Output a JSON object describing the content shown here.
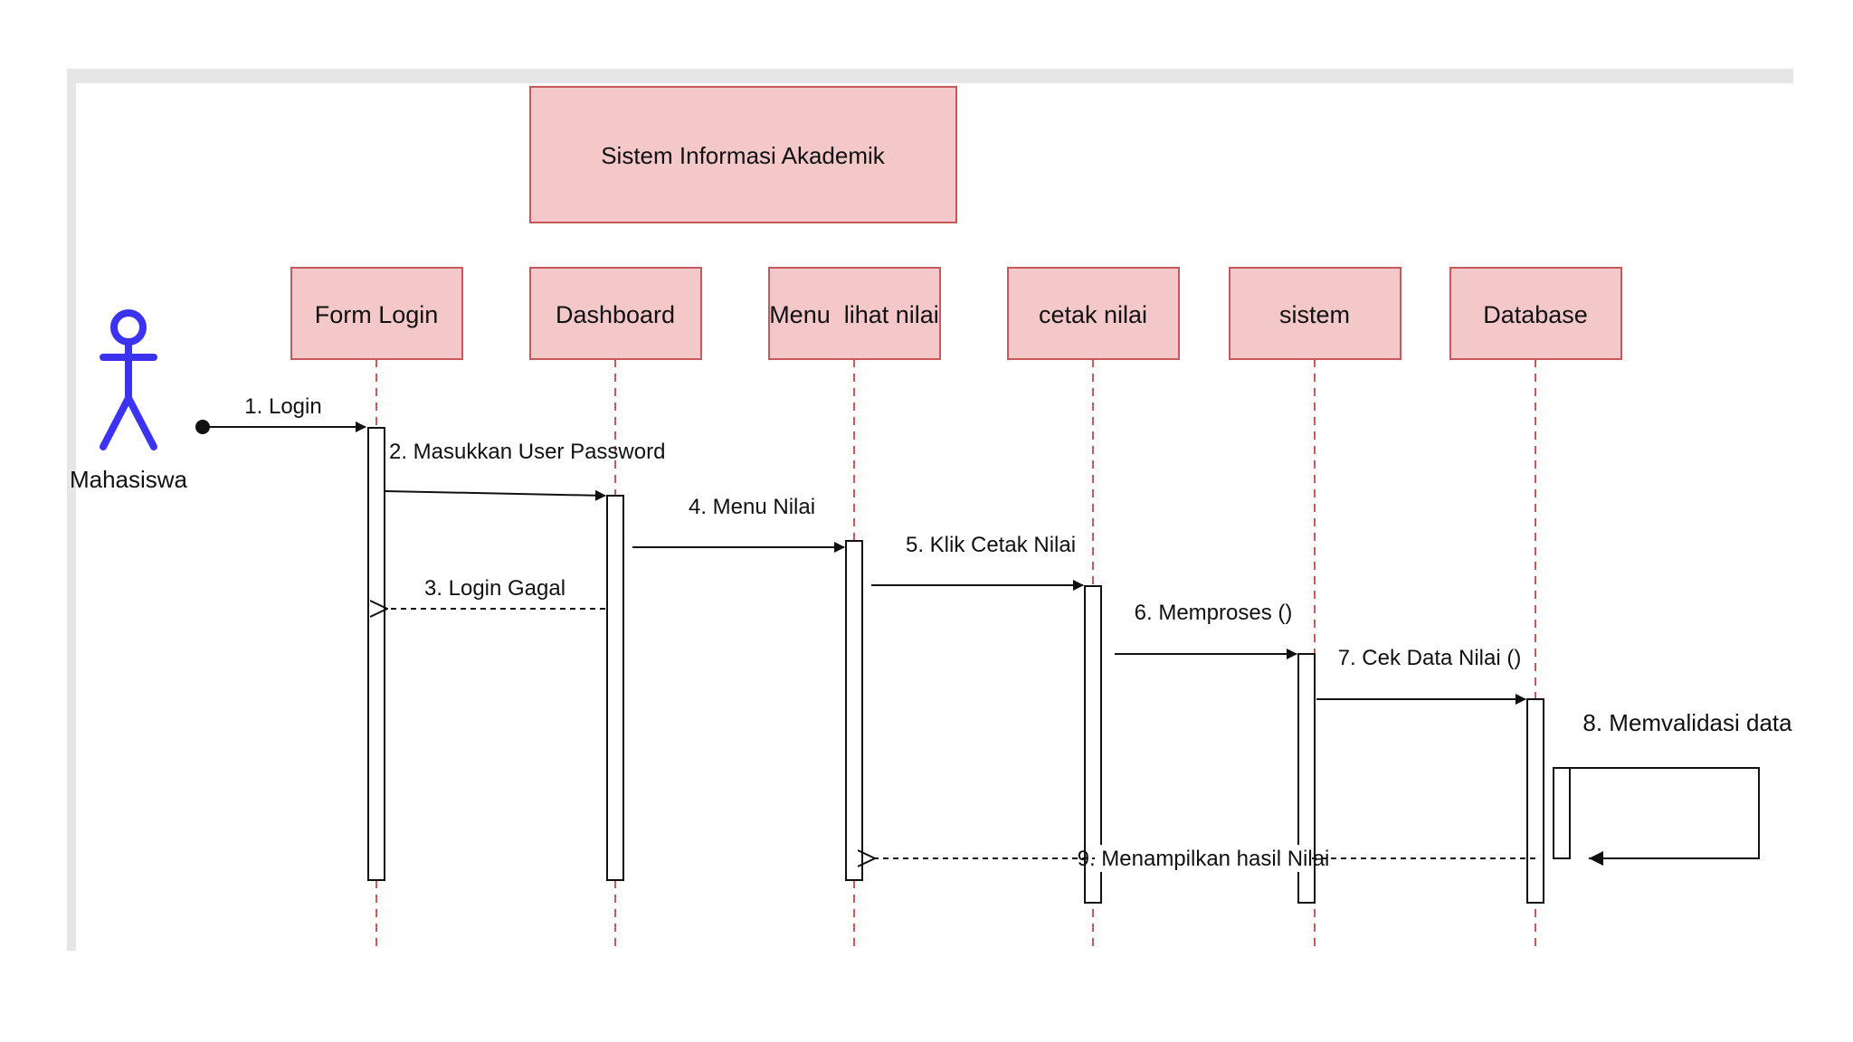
{
  "system": {
    "title": "Sistem Informasi Akademik"
  },
  "actor": {
    "label": "Mahasiswa",
    "icon": "stick-figure-icon",
    "color": "#3b33f0"
  },
  "lifelines": [
    {
      "label": "Form Login"
    },
    {
      "label": "Dashboard"
    },
    {
      "label": "Menu  lihat nilai"
    },
    {
      "label": "cetak nilai"
    },
    {
      "label": "sistem"
    },
    {
      "label": "Database"
    }
  ],
  "messages": [
    {
      "label": "1. Login",
      "from": "actor",
      "to": "Form Login",
      "kind": "sync"
    },
    {
      "label": "2. Masukkan User Password",
      "from": "Form Login",
      "to": "Dashboard",
      "kind": "sync"
    },
    {
      "label": "3. Login Gagal",
      "from": "Dashboard",
      "to": "Form Login",
      "kind": "return"
    },
    {
      "label": "4. Menu Nilai",
      "from": "Dashboard",
      "to": "Menu  lihat nilai",
      "kind": "sync"
    },
    {
      "label": "5. Klik Cetak Nilai",
      "from": "Menu  lihat nilai",
      "to": "cetak nilai",
      "kind": "sync"
    },
    {
      "label": "6. Memproses ()",
      "from": "cetak nilai",
      "to": "sistem",
      "kind": "sync"
    },
    {
      "label": "7. Cek Data Nilai ()",
      "from": "sistem",
      "to": "Database",
      "kind": "sync"
    },
    {
      "label": "8. Memvalidasi data",
      "from": "Database",
      "to": "Database",
      "kind": "self"
    },
    {
      "label": "9. Menampilkan hasil Nilai",
      "from": "Database",
      "to": "Menu  lihat nilai",
      "kind": "return"
    }
  ],
  "colors": {
    "box_fill": "#f4c7c8",
    "box_stroke": "#c9585c",
    "lifeline": "#c9585c",
    "line": "#111111",
    "frame": "#e6e6e6"
  }
}
